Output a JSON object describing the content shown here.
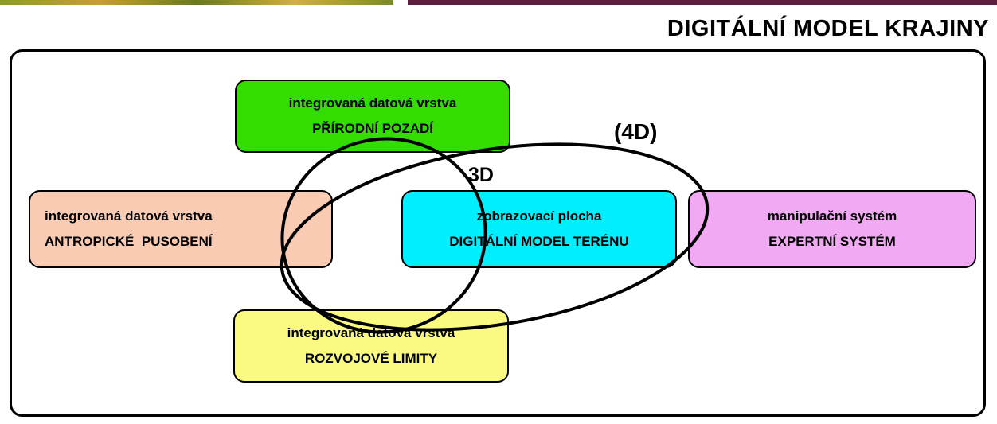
{
  "title": "DIGITÁLNÍ MODEL KRAJINY",
  "boxes": {
    "prirodni": {
      "line1": "integrovaná datová vrstva",
      "line2": "PŘÍRODNÍ POZADÍ",
      "color": "#33dd00"
    },
    "antropicke": {
      "line1": "integrovaná datová vrstva",
      "line2": "ANTROPICKÉ  PUSOBENÍ",
      "color": "#f9cbb3"
    },
    "dmt": {
      "line1": "zobrazovací plocha",
      "line2": "DIGITÁLNÍ MODEL TERÉNU",
      "color": "#00eeff"
    },
    "expert": {
      "line1": "manipulační systém",
      "line2": "EXPERTNÍ SYSTÉM",
      "color": "#f2a9f4"
    },
    "rozvojove": {
      "line1": "integrovaná datová vrstva",
      "line2": "ROZVOJOVÉ LIMITY",
      "color": "#fafa80"
    }
  },
  "labels": {
    "four_d": "(4D)",
    "three_d": "3D"
  }
}
